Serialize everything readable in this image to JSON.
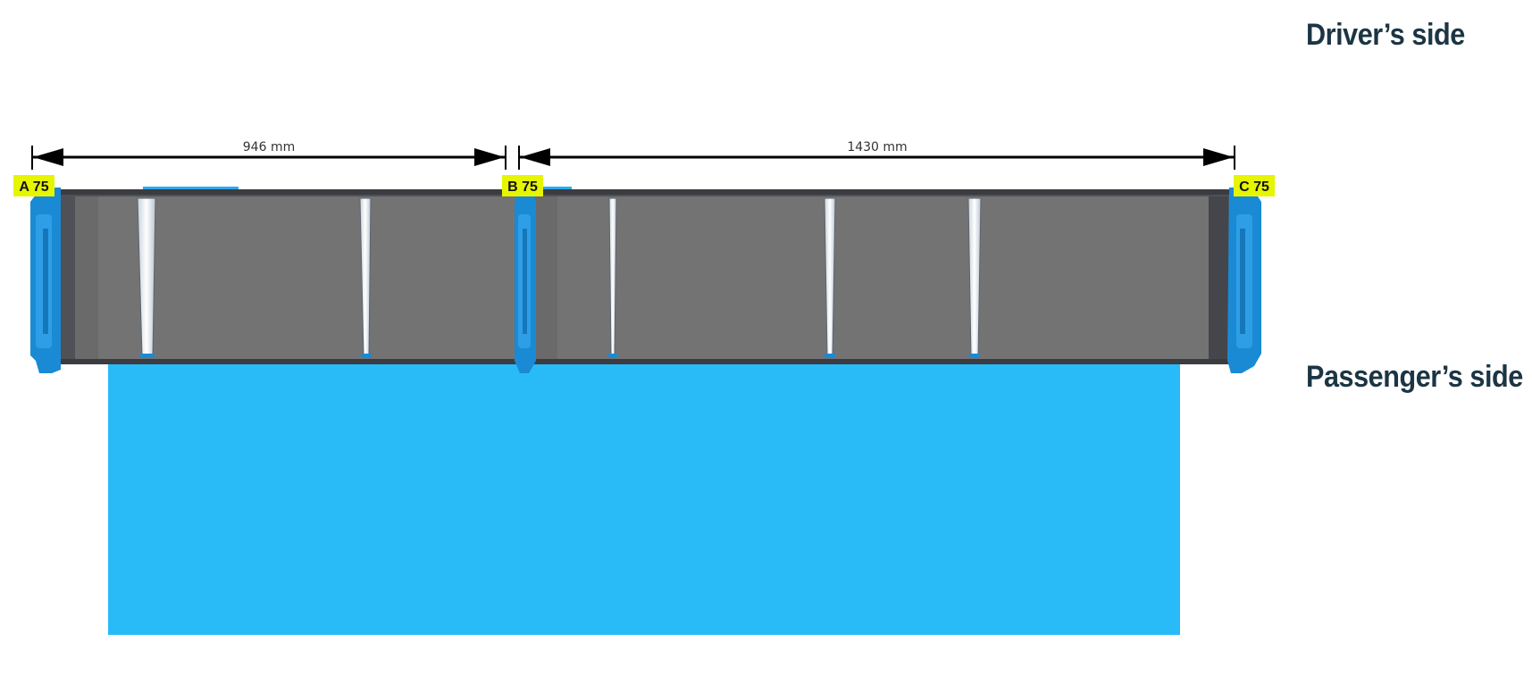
{
  "labels": {
    "drivers_side": "Driver’s side",
    "passengers_side": "Passenger’s side"
  },
  "dimensions": [
    {
      "id": "dim-a-b",
      "text": "946 mm"
    },
    {
      "id": "dim-b-c",
      "text": "1430 mm"
    }
  ],
  "markers": [
    {
      "id": "a",
      "text": "A 75"
    },
    {
      "id": "b",
      "text": "B 75"
    },
    {
      "id": "c",
      "text": "C 75"
    }
  ],
  "colors": {
    "platform": "#29bbf7",
    "rail_frame": "#4f5157",
    "panel": "#737373",
    "bracket": "#1a8ad4",
    "marker": "#e6f500",
    "label": "#1c3544",
    "dimension_line": "#000000"
  }
}
